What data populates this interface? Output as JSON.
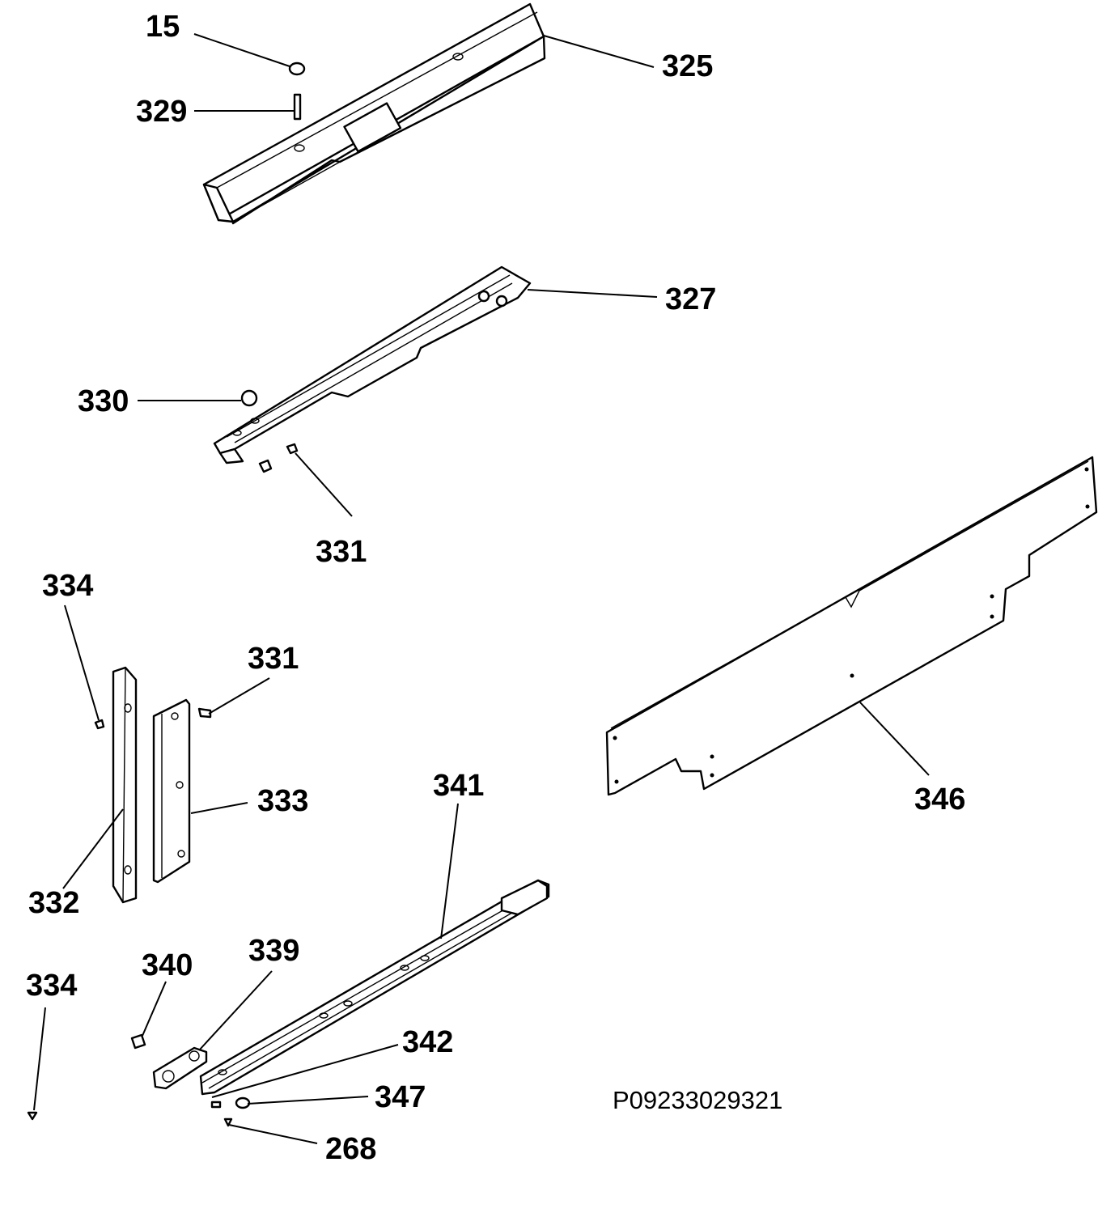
{
  "diagram": {
    "reference_code": "P09233029321",
    "callouts": {
      "c15": "15",
      "c325": "325",
      "c329": "329",
      "c327": "327",
      "c330": "330",
      "c331a": "331",
      "c334a": "334",
      "c331b": "331",
      "c333": "333",
      "c332": "332",
      "c341": "341",
      "c346": "346",
      "c340": "340",
      "c339": "339",
      "c334b": "334",
      "c342": "342",
      "c347": "347",
      "c268": "268"
    }
  }
}
